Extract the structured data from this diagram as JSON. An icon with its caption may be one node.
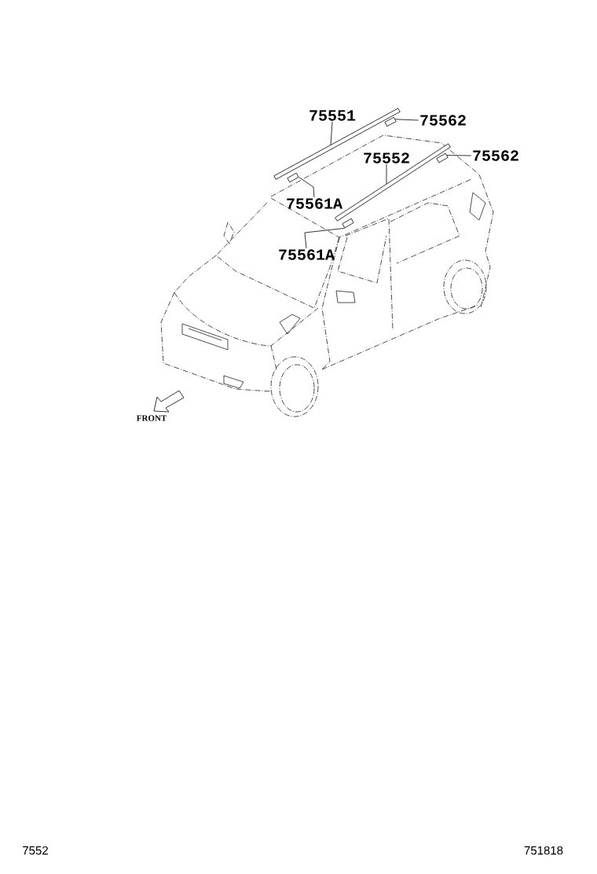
{
  "diagram": {
    "nodes": [
      {
        "text": [
          "75551"
        ]
      },
      {
        "text": [
          "75562"
        ]
      },
      {
        "text": [
          "75552"
        ]
      },
      {
        "text": [
          "75562"
        ]
      },
      {
        "text": [
          "75561A"
        ]
      },
      {
        "text": [
          "75561A"
        ]
      },
      {
        "text": [],
        "shape": "bar"
      },
      {
        "text": [],
        "shape": "box"
      },
      {
        "text": [],
        "shape": "bar"
      },
      {
        "text": [],
        "shape": "box"
      },
      {
        "text": [],
        "shape": "box"
      },
      {
        "text": [],
        "shape": "box"
      }
    ],
    "edges": [
      {
        "from": 0,
        "to": 6,
        "arrow": "none"
      },
      {
        "from": 1,
        "to": 7,
        "arrow": "none"
      },
      {
        "from": 2,
        "to": 8,
        "arrow": "none"
      },
      {
        "from": 3,
        "to": 9,
        "arrow": "none"
      },
      {
        "from": 4,
        "to": 10,
        "arrow": "none"
      },
      {
        "from": 5,
        "to": 11,
        "arrow": "none"
      }
    ],
    "labels": [
      "FRONT",
      "7552",
      "751818"
    ]
  }
}
